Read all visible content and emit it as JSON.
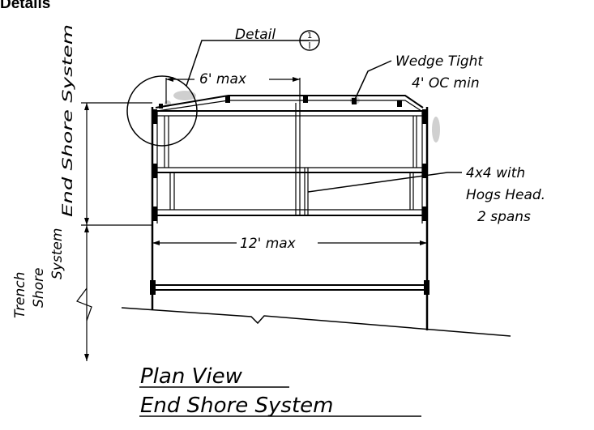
{
  "header": {
    "title": "Details"
  },
  "labels": {
    "detail": "Detail",
    "detail_num": "1",
    "six_max": "6' max",
    "wedge_line1": "Wedge Tight",
    "wedge_line2": "4' OC min",
    "end_shore_vertical": "End Shore System",
    "four_by_four_line1": "4x4 with",
    "four_by_four_line2": "Hogs Head.",
    "four_by_four_line3": "2 spans",
    "twelve_max": "12' max",
    "trench_line1": "Trench",
    "trench_line2": "Shore",
    "trench_line3": "System"
  },
  "caption": {
    "line1": "Plan View",
    "line2": "End Shore System"
  },
  "colors": {
    "line": "#000000",
    "background": "#ffffff",
    "smudge": "#bdbdbd"
  }
}
